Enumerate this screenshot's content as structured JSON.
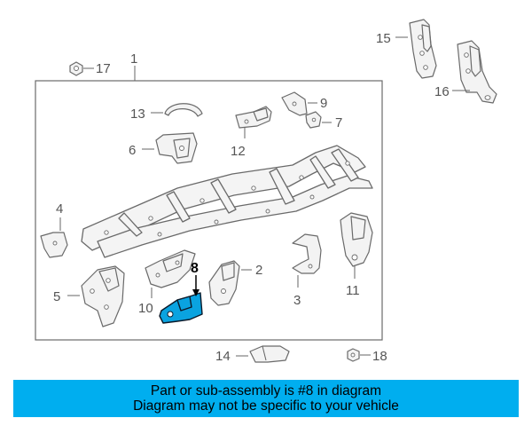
{
  "diagram": {
    "callouts": {
      "c1": "1",
      "c2": "2",
      "c3": "3",
      "c4": "4",
      "c5": "5",
      "c6": "6",
      "c7": "7",
      "c8": "8",
      "c9": "9",
      "c10": "10",
      "c11": "11",
      "c12": "12",
      "c13": "13",
      "c14": "14",
      "c15": "15",
      "c16": "16",
      "c17": "17",
      "c18": "18"
    },
    "highlighted_part": "8",
    "highlight_color": "#0aa3e0"
  },
  "banner": {
    "line1": "Part or sub-assembly is #8 in diagram",
    "line2": "Diagram may not be specific to your vehicle",
    "background": "#00aeef"
  }
}
